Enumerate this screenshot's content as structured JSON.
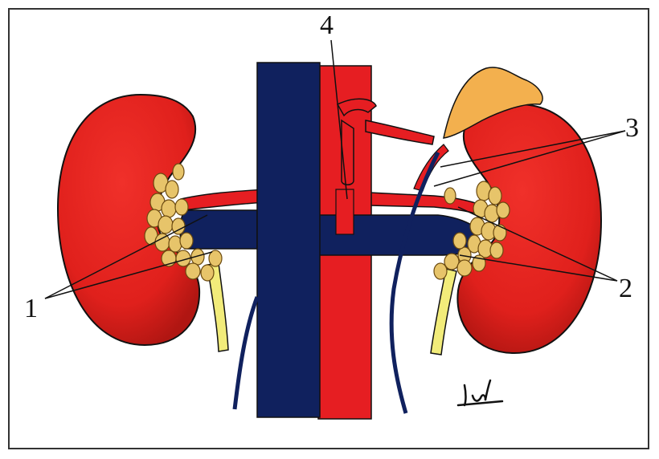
{
  "labels": {
    "one": "1",
    "two": "2",
    "three": "3",
    "four": "4"
  },
  "colors": {
    "kidney": "#e4201c",
    "kidney_shade": "#b81713",
    "vein": "#10215e",
    "artery": "#e61e22",
    "lymph_node": "#e7c46a",
    "ureter": "#f2ec7a",
    "adrenal": "#f3b04e",
    "outline": "#111111"
  }
}
